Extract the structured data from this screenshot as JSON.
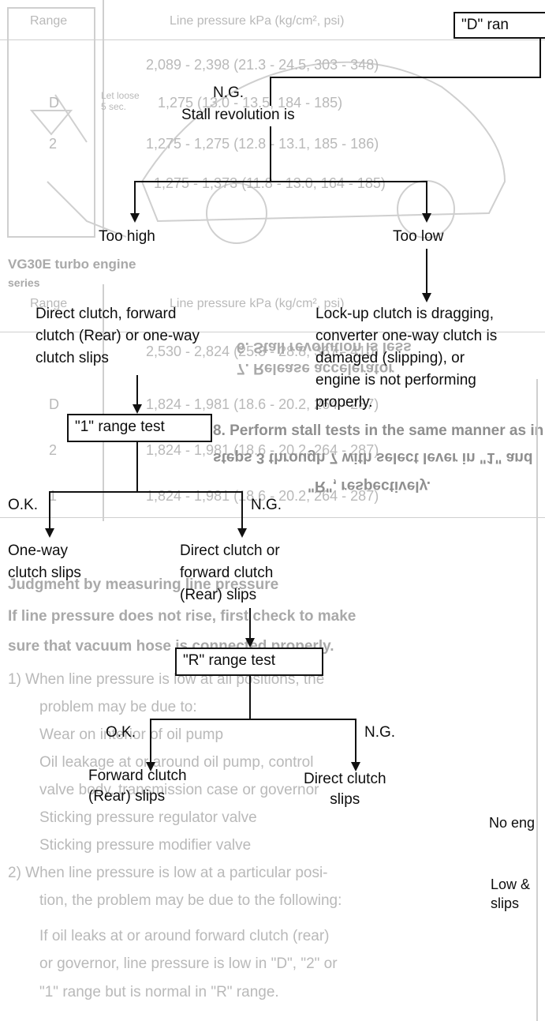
{
  "background_text": {
    "header_left": "Range",
    "header_mid": "Line pressure  kPa (kg/cm², psi)",
    "row1_val": "2,089 - 2,398 (21.3 - 24.5, 303 - 348)",
    "row2_range": "D",
    "row2_val": "1,275 (13.0 - 13.5, 184 - 185)",
    "row3_range": "2",
    "row3_val": "1,275 - 1,275 (12.8 - 13.1, 185 - 186)",
    "row4_val": "1,275 - 1,373 (11.8 - 13.0, 164 - 185)",
    "release_label": "Let loose\n5 sec.",
    "vg_title": "VG30E turbo engine",
    "vg_sub": "series",
    "vg_header_left": "Range",
    "vg_header_mid": "Line pressure  kPa (kg/cm², psi)",
    "vg_row1": "2,530 - 2,824 (25.8 - 28.8, 367 - 410)",
    "vg_row2_range": "D",
    "vg_row2": "1,824 - 1,981 (18.6 - 20.2, 264 - 287)",
    "vg_row3_range": "2",
    "vg_row3": "1,824 - 1,981 (18.6 - 20.2, 264 - 287)",
    "vg_row4_range": "1",
    "vg_row4": "1,824 - 1,981 (18.6 - 20.2, 264 - 287)",
    "step6": "6. Stall revolution is less",
    "step7": "7. Release accelerator",
    "step8a": "8.  Perform stall tests in the same manner as in",
    "step8b": "steps 3 through 7 with select lever in \"1\" and",
    "step8c": "\"R\", respectively.",
    "diag_title": "Judgment by measuring line pressure",
    "para1": "If line pressure does not rise, first check to make",
    "para2": "sure that vacuum hose is connected properly.",
    "item1a": "1)  When line pressure is low at all positions, the",
    "item1b": "problem may be due to:",
    "b1": "Wear on interior of oil pump",
    "b2a": "Oil leakage at or around oil pump, control",
    "b2b": "valve body, transmission case or governor",
    "b3": "Sticking pressure regulator valve",
    "b4": "Sticking pressure modifier valve",
    "item2a": "2)  When line pressure is low at a particular posi-",
    "item2b": "tion, the problem may be due to the following:",
    "b5a": "If oil leaks at or around forward clutch (rear)",
    "b5b": "or governor, line pressure is low in \"D\", \"2\" or",
    "b5c": "\"1\" range but is normal in \"R\" range."
  },
  "flowchart": {
    "d_range_box": "\"D\" ran",
    "ng_top": "N.G.",
    "stall_rev": "Stall revolution is",
    "too_high": "Too high",
    "too_low": "Too low",
    "high_result": [
      "Direct clutch, forward",
      "clutch (Rear) or one-way",
      "clutch slips"
    ],
    "low_result": [
      "Lock-up clutch is dragging,",
      "converter one-way clutch is",
      "damaged (slipping), or",
      "engine is not performing",
      "properly."
    ],
    "range1_box": "\"1\" range test",
    "ok1": "O.K.",
    "ng1": "N.G.",
    "oneway_result": [
      "One-way",
      "clutch slips"
    ],
    "direct_result": [
      "Direct clutch or",
      "forward clutch",
      "(Rear) slips"
    ],
    "rangeR_box": "\"R\" range test",
    "okR": "O.K.",
    "ngR": "N.G.",
    "forward_result": [
      "Forward clutch",
      "(Rear) slips"
    ],
    "direct2_result": [
      "Direct clutch",
      "slips"
    ],
    "no_eng": "No eng",
    "low_and": "Low &",
    "slips_right": "slips"
  }
}
